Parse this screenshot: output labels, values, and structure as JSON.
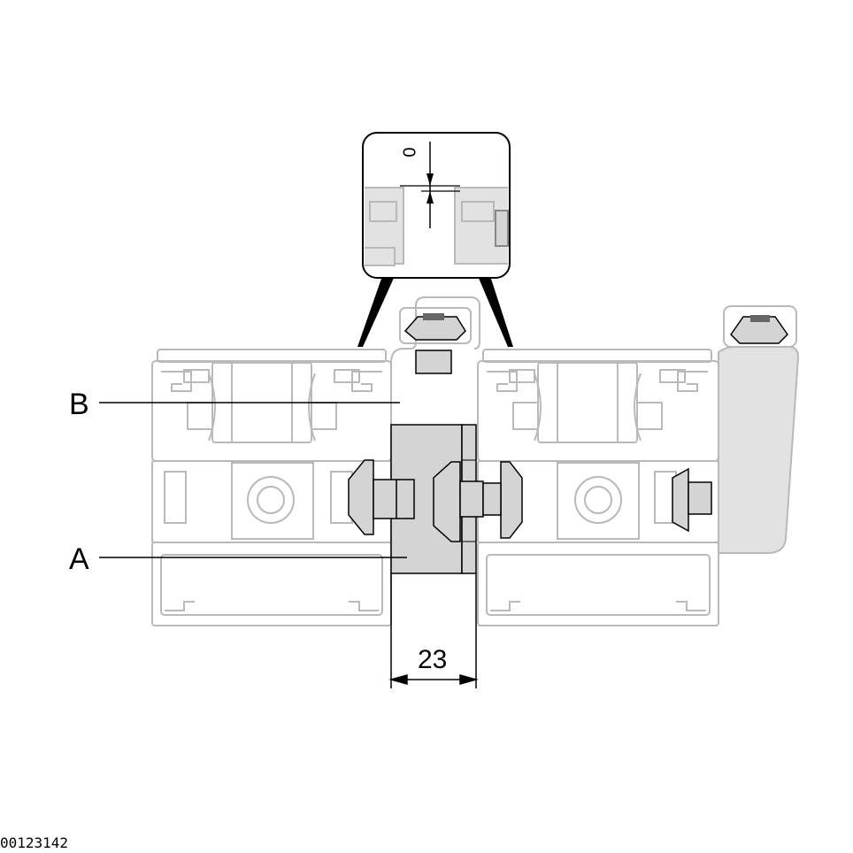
{
  "labels": {
    "part_a": "A",
    "part_b": "B"
  },
  "dimensions": {
    "width": "23",
    "detail_gap": "0"
  },
  "document_id": "00123142",
  "colors": {
    "profile_outline": "#b9b9b9",
    "profile_fill": "#e2e2e2",
    "connector_fill": "#d4d4d4",
    "ink": "#000000"
  }
}
